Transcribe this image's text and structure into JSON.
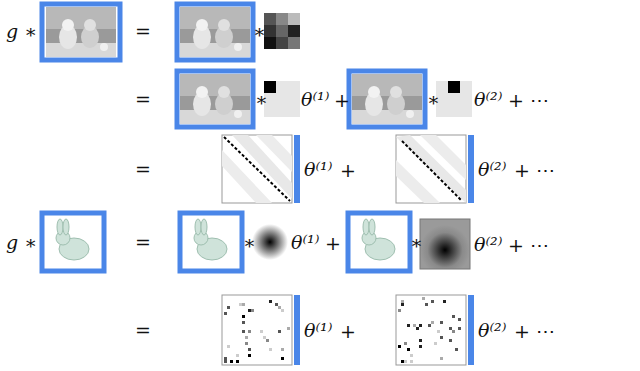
{
  "diagram": {
    "labels": [
      "g ∗",
      "=",
      "∗",
      "=",
      "∗",
      "θ⁽¹⁾",
      "+",
      "∗",
      "θ⁽²⁾",
      "+ ⋯",
      "=",
      "θ⁽¹⁾",
      "+",
      "θ⁽²⁾",
      "+ ⋯",
      "g ∗",
      "=",
      "∗",
      "θ⁽¹⁾",
      "+",
      "∗",
      "θ⁽²⁾",
      "+ ⋯",
      "=",
      "θ⁽¹⁾",
      "+",
      "θ⁽²⁾",
      "+ ⋯"
    ]
  }
}
